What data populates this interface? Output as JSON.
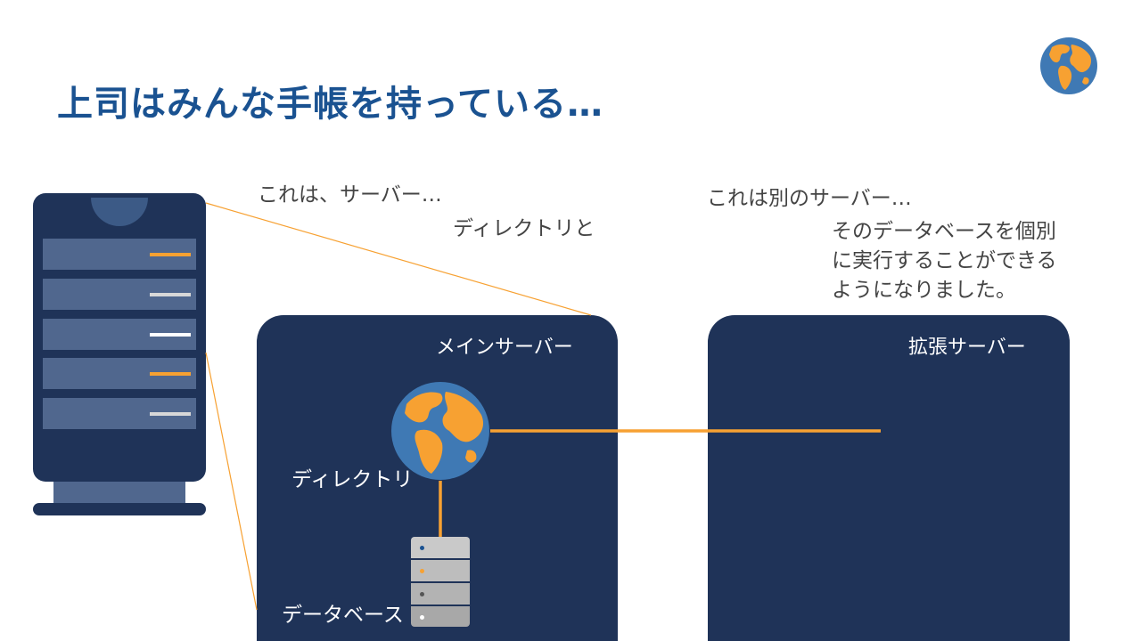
{
  "slide": {
    "title": "上司はみんな手帳を持っている…",
    "captions": {
      "main_server": "これは、サーバー…",
      "main_sub": "ディレクトリと",
      "other_server": "これは別のサーバー…",
      "other_sub_lines": [
        "そのデータベースを個別",
        "に実行することができる",
        "ようになりました。"
      ]
    },
    "panels": {
      "main": {
        "label": "メインサーバー"
      },
      "extension": {
        "label": "拡張サーバー"
      }
    },
    "nodes": {
      "directory": "ディレクトリ",
      "database": "データベース"
    },
    "rack_leds": [
      "orange",
      "gray",
      "white",
      "orange",
      "gray"
    ]
  },
  "colors": {
    "navy": "#1f3358",
    "title_blue": "#1a5291",
    "orange": "#f7a132",
    "globe_blue": "#3f79b4",
    "slot": "#50678e"
  },
  "icons": {
    "logo": "globe-logo-icon",
    "directory": "globe-icon",
    "database": "database-server-icon",
    "rack": "server-rack-icon"
  }
}
